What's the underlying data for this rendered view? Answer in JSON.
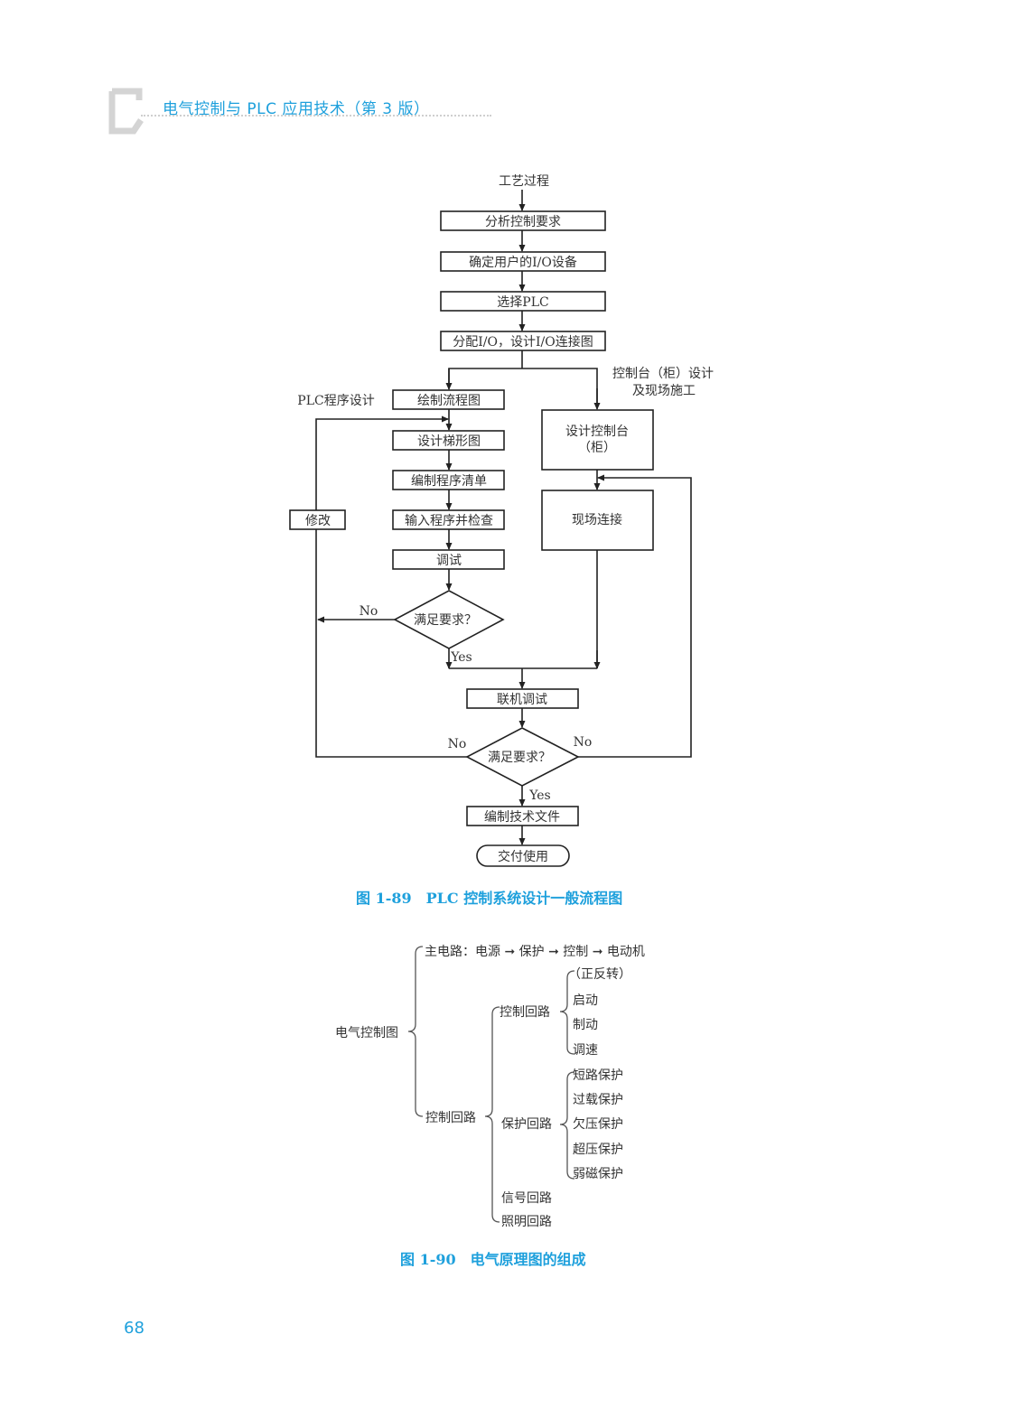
{
  "header": {
    "book_title": "电气控制与 PLC 应用技术（第 3 版）",
    "accent_color": "#1ea0dc"
  },
  "figure_89": {
    "caption": "图 1-89　PLC 控制系统设计一般流程图",
    "start_label": "工艺过程",
    "main_steps": [
      "分析控制要求",
      "确定用户的I/O设备",
      "选择PLC",
      "分配I/O，设计I/O连接图"
    ],
    "left_branch_label": "PLC程序设计",
    "left_steps": [
      "绘制流程图",
      "设计梯形图",
      "编制程序清单",
      "输入程序并检查",
      "调试"
    ],
    "modify_label": "修改",
    "left_decision": "满足要求？",
    "right_branch_label_line1": "控制台（柜）设计",
    "right_branch_label_line2": "及现场施工",
    "right_box1_line1": "设计控制台",
    "right_box1_line2": "（柜）",
    "right_box2": "现场连接",
    "joint_test": "联机调试",
    "final_decision": "满足要求？",
    "no_label": "No",
    "yes_label": "Yes",
    "doc_step": "编制技术文件",
    "end_label": "交付使用"
  },
  "figure_90": {
    "caption": "图 1-90　电气原理图的组成",
    "root": "电气控制图",
    "main_circuit": "主电路：电源 ➞ 保护 ➞ 控制 ➞ 电动机",
    "control_circuit": "控制回路",
    "control_sub": {
      "label": "控制回路",
      "items": [
        "（正反转）",
        "启动",
        "制动",
        "调速"
      ]
    },
    "protection_sub": {
      "label": "保护回路",
      "items": [
        "短路保护",
        "过载保护",
        "欠压保护",
        "超压保护",
        "弱磁保护"
      ]
    },
    "signal_circuit": "信号回路",
    "lighting_circuit": "照明回路"
  },
  "page_number": "68"
}
